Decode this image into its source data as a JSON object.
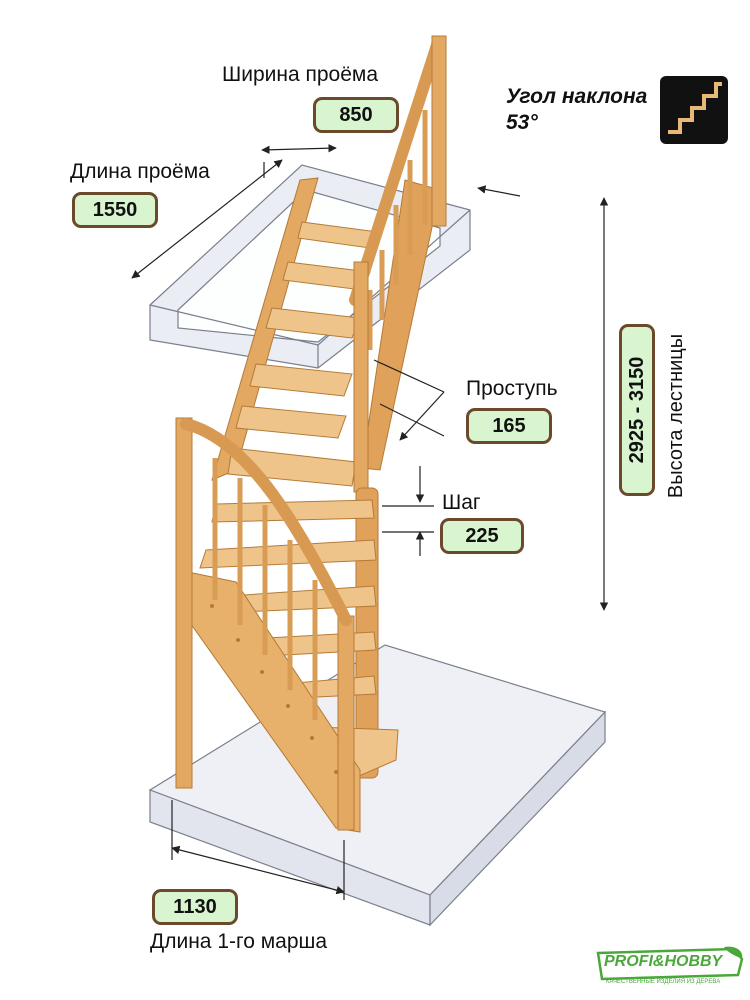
{
  "labels": {
    "opening_width": "Ширина проёма",
    "opening_length": "Длина проёма",
    "tread": "Проступь",
    "step": "Шаг",
    "stair_height": "Высота лестницы",
    "first_flight_length": "Длина 1-го марша",
    "slope_angle": "Угол наклона",
    "slope_angle_value": "53°"
  },
  "values": {
    "opening_width": "850",
    "opening_length": "1550",
    "tread": "165",
    "step": "225",
    "stair_height": "2925 - 3150",
    "first_flight_length": "1130"
  },
  "logo": {
    "brand": "PROFI&HOBBY",
    "tagline": "КАЧЕСТВЕННЫЕ ИЗДЕЛИЯ ИЗ ДЕРЕВА"
  },
  "colors": {
    "wood": "#e8b877",
    "wood_dark": "#c98d45",
    "badge_fill": "#d9f5cf",
    "badge_border": "#6b4a2b",
    "slab": "#e7eaf2",
    "logo_green": "#4aa83a"
  }
}
